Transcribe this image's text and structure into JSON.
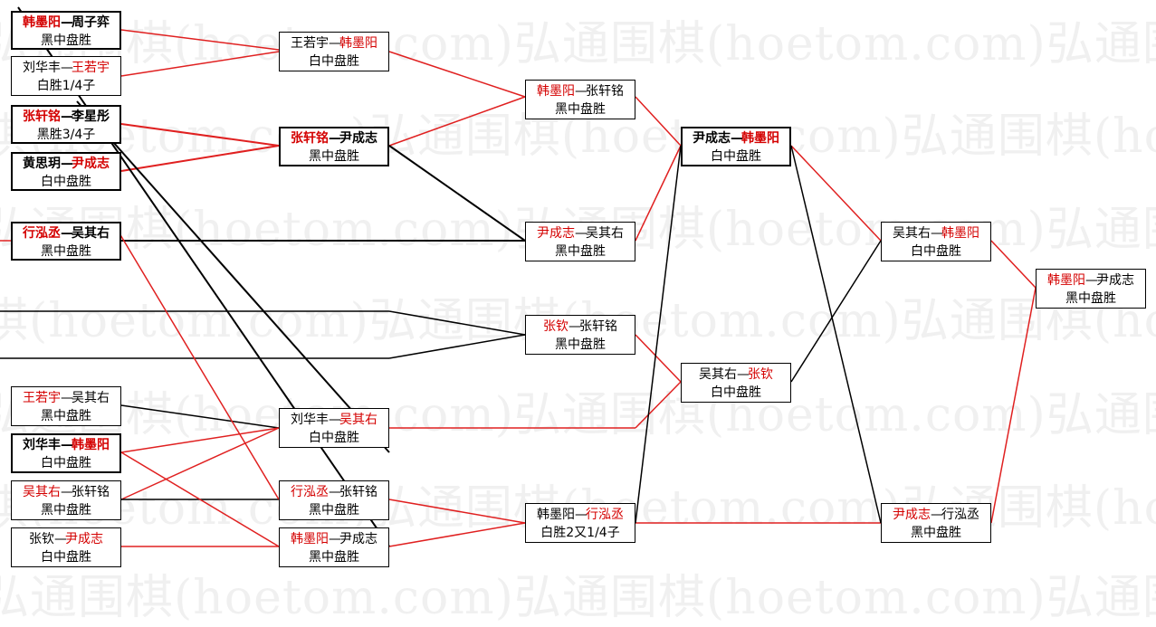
{
  "watermark": "弘通围棋(hoetom.com)",
  "colors": {
    "winner": "#d40000",
    "line_red": "#e02020",
    "line_black": "#000000"
  },
  "matches": [
    {
      "id": "r1a",
      "p1": "韩墨阳",
      "p2": "周子弈",
      "winner": 1,
      "result": "黑中盘胜"
    },
    {
      "id": "r1b",
      "p1": "刘华丰",
      "p2": "王若宇",
      "winner": 2,
      "result": "白胜1/4子"
    },
    {
      "id": "r1c",
      "p1": "张轩铭",
      "p2": "李星彤",
      "winner": 1,
      "result": "黑胜3/4子"
    },
    {
      "id": "r1d",
      "p1": "黄思玥",
      "p2": "尹成志",
      "winner": 2,
      "result": "白中盘胜"
    },
    {
      "id": "r1e",
      "p1": "行泓丞",
      "p2": "吴其右",
      "winner": 1,
      "result": "黑中盘胜"
    },
    {
      "id": "r1f",
      "p1": "王若宇",
      "p2": "吴其右",
      "winner": 1,
      "result": "黑中盘胜"
    },
    {
      "id": "r1g",
      "p1": "刘华丰",
      "p2": "韩墨阳",
      "winner": 2,
      "result": "白中盘胜"
    },
    {
      "id": "r1h",
      "p1": "吴其右",
      "p2": "张轩铭",
      "winner": 1,
      "result": "黑中盘胜"
    },
    {
      "id": "r1i",
      "p1": "张钦",
      "p2": "尹成志",
      "winner": 2,
      "result": "白中盘胜"
    },
    {
      "id": "r2a",
      "p1": "王若宇",
      "p2": "韩墨阳",
      "winner": 2,
      "result": "白中盘胜"
    },
    {
      "id": "r2b",
      "p1": "张轩铭",
      "p2": "尹成志",
      "winner": 1,
      "result": "黑中盘胜"
    },
    {
      "id": "r2c",
      "p1": "刘华丰",
      "p2": "吴其右",
      "winner": 2,
      "result": "白中盘胜"
    },
    {
      "id": "r2d",
      "p1": "行泓丞",
      "p2": "张轩铭",
      "winner": 1,
      "result": "黑中盘胜"
    },
    {
      "id": "r2e",
      "p1": "韩墨阳",
      "p2": "尹成志",
      "winner": 1,
      "result": "黑中盘胜"
    },
    {
      "id": "r3a",
      "p1": "韩墨阳",
      "p2": "张轩铭",
      "winner": 1,
      "result": "黑中盘胜"
    },
    {
      "id": "r3b",
      "p1": "尹成志",
      "p2": "吴其右",
      "winner": 1,
      "result": "黑中盘胜"
    },
    {
      "id": "r3c",
      "p1": "张钦",
      "p2": "张轩铭",
      "winner": 1,
      "result": "黑中盘胜"
    },
    {
      "id": "r3d",
      "p1": "韩墨阳",
      "p2": "行泓丞",
      "winner": 2,
      "result": "白胜2又1/4子"
    },
    {
      "id": "r4a",
      "p1": "尹成志",
      "p2": "韩墨阳",
      "winner": 2,
      "result": "白中盘胜"
    },
    {
      "id": "r4b",
      "p1": "吴其右",
      "p2": "张钦",
      "winner": 2,
      "result": "白中盘胜"
    },
    {
      "id": "r5a",
      "p1": "吴其右",
      "p2": "韩墨阳",
      "winner": 2,
      "result": "白中盘胜"
    },
    {
      "id": "r5b",
      "p1": "尹成志",
      "p2": "行泓丞",
      "winner": 1,
      "result": "黑中盘胜"
    },
    {
      "id": "r6a",
      "p1": "韩墨阳",
      "p2": "尹成志",
      "winner": 1,
      "result": "黑中盘胜"
    }
  ]
}
